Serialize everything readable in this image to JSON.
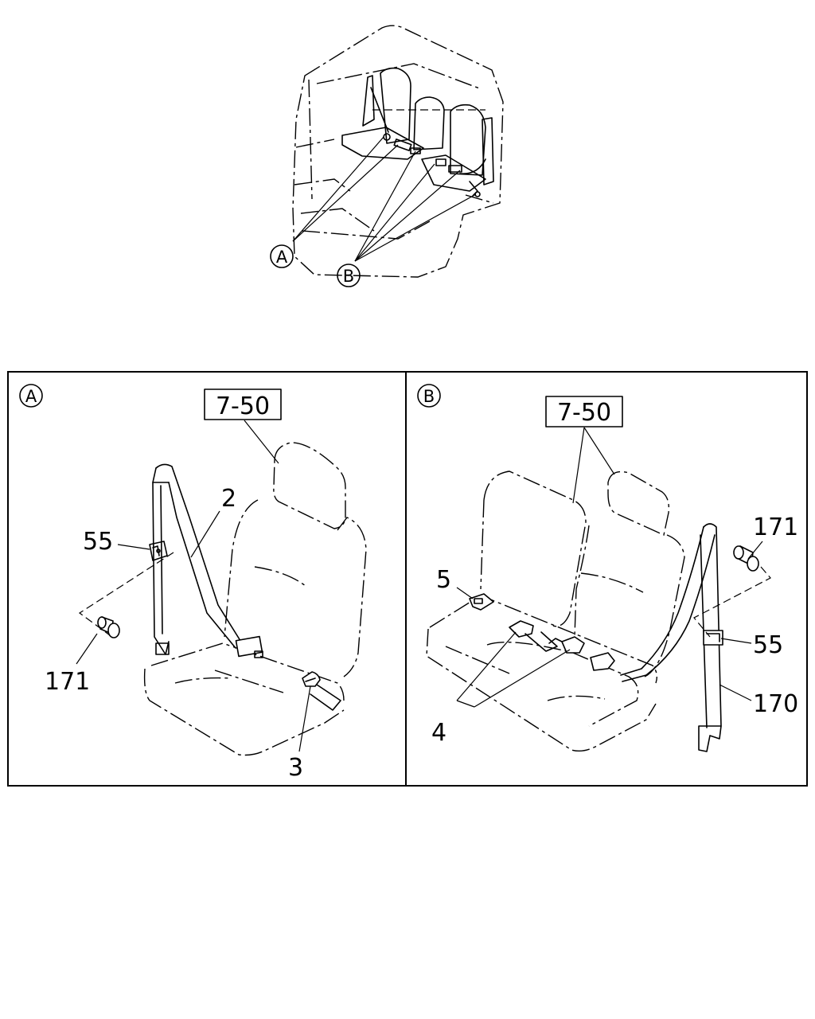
{
  "overview": {
    "callout_a": "A",
    "callout_b": "B"
  },
  "panel_a": {
    "badge": "A",
    "ref_box": "7-50",
    "parts": {
      "p2": "2",
      "p55": "55",
      "p171": "171",
      "p3": "3"
    }
  },
  "panel_b": {
    "badge": "B",
    "ref_box": "7-50",
    "parts": {
      "p5": "5",
      "p4": "4",
      "p171": "171",
      "p55": "55",
      "p170": "170"
    }
  }
}
